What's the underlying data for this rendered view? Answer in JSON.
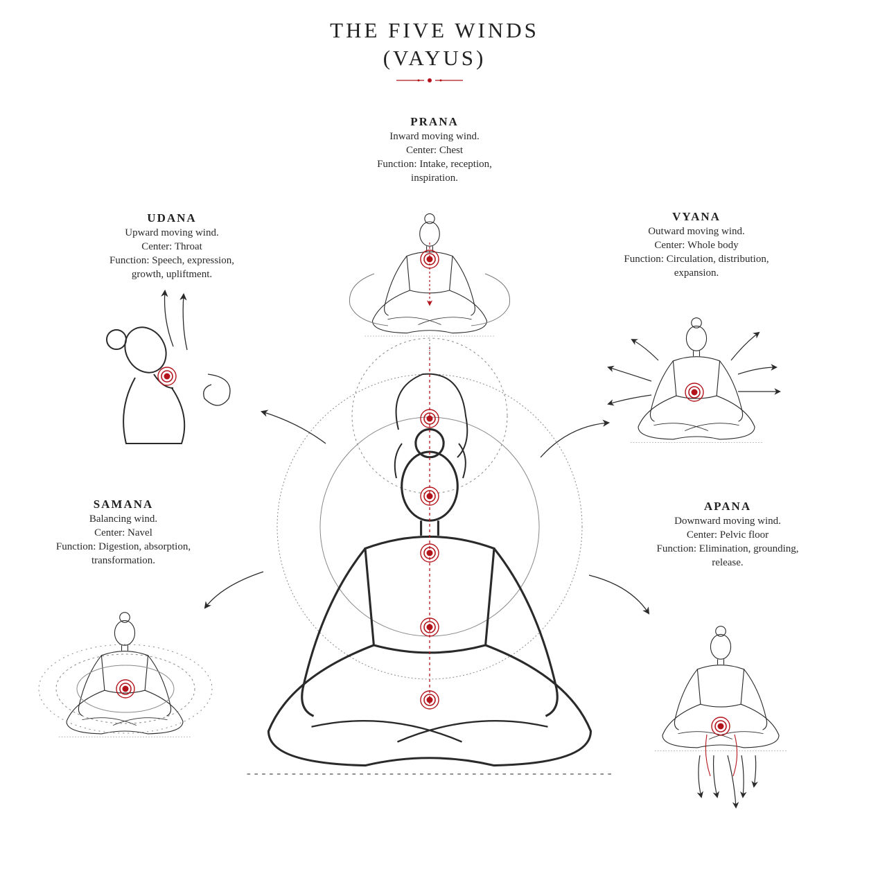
{
  "title": {
    "line1": "THE FIVE WINDS",
    "line2": "(VAYUS)"
  },
  "accent_color": "#b3141c",
  "ink_color": "#2a2a2a",
  "vayus": {
    "prana": {
      "name": "PRANA",
      "desc": "Inward moving wind.",
      "center": "Center: Chest",
      "function1": "Function: Intake, reception,",
      "function2": "inspiration."
    },
    "udana": {
      "name": "UDANA",
      "desc": "Upward moving wind.",
      "center": "Center: Throat",
      "function1": "Function: Speech, expression,",
      "function2": "growth, upliftment."
    },
    "vyana": {
      "name": "VYANA",
      "desc": "Outward moving wind.",
      "center": "Center: Whole body",
      "function1": "Function: Circulation, distribution,",
      "function2": "expansion."
    },
    "samana": {
      "name": "SAMANA",
      "desc": "Balancing wind.",
      "center": "Center: Navel",
      "function1": "Function: Digestion, absorption,",
      "function2": "transformation."
    },
    "apana": {
      "name": "APANA",
      "desc": "Downward moving wind.",
      "center": "Center: Pelvic floor",
      "function1": "Function: Elimination, grounding,",
      "function2": "release."
    }
  },
  "figures": {
    "central": "central-meditating-figure",
    "prana": "prana-figure",
    "udana": "udana-figure",
    "vyana": "vyana-figure",
    "samana": "samana-figure",
    "apana": "apana-figure"
  }
}
